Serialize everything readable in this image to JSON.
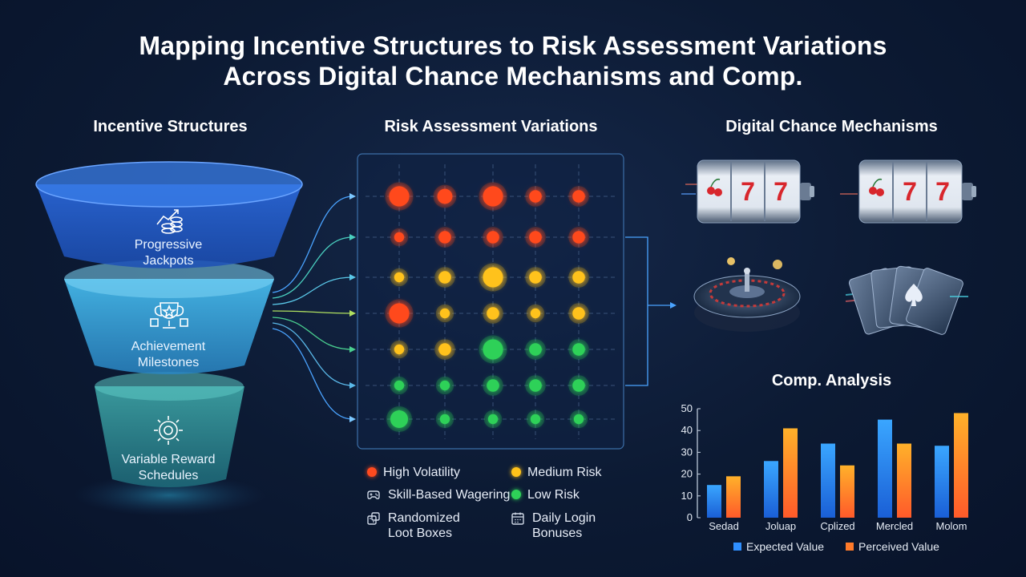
{
  "title_line1": "Mapping Incentive Structures to Risk Assessment Variations",
  "title_line2": "Across Digital Chance Mechanisms and Comp.",
  "sections": {
    "incentives": "Incentive Structures",
    "risk": "Risk Assessment Variations",
    "mechanisms": "Digital Chance Mechanisms",
    "comp": "Comp. Analysis"
  },
  "funnel": [
    {
      "line1": "Progressive",
      "line2": "Jackpots",
      "icon": "coins-chart-icon"
    },
    {
      "line1": "Achievement",
      "line2": "Milestones",
      "icon": "trophy-icon"
    },
    {
      "line1": "Variable Reward",
      "line2": "Schedules",
      "icon": "gear-icon"
    }
  ],
  "legend": [
    {
      "label": "High Volatility",
      "color": "#ff4a1f",
      "kind": "dot"
    },
    {
      "label": "Medium Risk",
      "color": "#ffc21a",
      "kind": "dot"
    },
    {
      "label": "Skill-Based Wagering",
      "kind": "icon",
      "icon": "gamepad-icon"
    },
    {
      "label": "Low Risk",
      "color": "#2ed158",
      "kind": "dot"
    },
    {
      "label": "Randomized",
      "label2": "Loot Boxes",
      "kind": "icon",
      "icon": "dice-icon"
    },
    {
      "label": "Daily Login",
      "label2": "Bonuses",
      "kind": "icon",
      "icon": "calendar-icon"
    }
  ],
  "colors": {
    "high": "#ff4a1f",
    "medium": "#ffc21a",
    "low": "#2ed158",
    "expected": "#2f8fff",
    "perceived": "#ff7a2a"
  },
  "chart_data": {
    "type": "bar",
    "title": "Comp. Analysis",
    "categories": [
      "Sedad",
      "Joluap",
      "Cplized",
      "Mercled",
      "Molom"
    ],
    "series": [
      {
        "name": "Expected Value",
        "values": [
          15,
          26,
          34,
          45,
          33
        ]
      },
      {
        "name": "Perceived Value",
        "values": [
          19,
          41,
          24,
          34,
          48
        ]
      }
    ],
    "yticks": [
      0,
      10,
      20,
      30,
      40,
      50
    ],
    "ylim": [
      0,
      50
    ],
    "legend": "bottom"
  }
}
